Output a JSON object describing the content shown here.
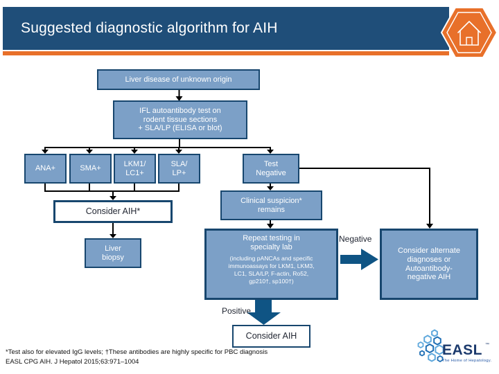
{
  "slide": {
    "title": "Suggested diagnostic algorithm for AIH"
  },
  "colors": {
    "header_blue": "#1F4E79",
    "accent_orange": "#E8702A",
    "node_fill_blue": "#7CA0C7",
    "node_border_blue": "#17466E",
    "block_arrow_blue": "#0F5484",
    "connector_black": "#000000",
    "easl_navy": "#1C3A6D"
  },
  "flowchart": {
    "nodes": {
      "liver_disease": "Liver disease of unknown origin",
      "ifl_test": "IFL autoantibody test on\nrodent tissue sections\n+ SLA/LP (ELISA or blot)",
      "ana": "ANA+",
      "sma": "SMA+",
      "lkm1": "LKM1/\nLC1+",
      "sla": "SLA/\nLP+",
      "test_negative": "Test\nNegative",
      "consider_aih_star": "Consider AIH*",
      "clinical_suspicion": "Clinical suspicion*\nremains",
      "liver_biopsy": "Liver\nbiopsy",
      "repeat_testing_title": "Repeat testing in\nspecialty lab",
      "repeat_testing_detail": "(including pANCAs and specific\nimmunoassays for LKM1, LKM3,\nLC1, SLA/LP, F-actin, Ro52,\ngp210†, sp100†)",
      "negative_label": "Negative",
      "consider_alternate": "Consider alternate\ndiagnoses or\nAutoantibody-\nnegative AIH",
      "positive_label": "Positive",
      "consider_aih": "Consider AIH"
    }
  },
  "footnote": {
    "line1": "*Test also for elevated IgG levels; †These antibodies are highly specific for PBC diagnosis",
    "line2": "EASL CPG AIH. J Hepatol 2015;63:971–1004"
  },
  "logo": {
    "icons": [
      "home-icon",
      "easl-hexagon-cluster-icon"
    ],
    "easl_wordmark": "EASL",
    "trademark": "™",
    "tagline": "The Home of Hepatology."
  }
}
